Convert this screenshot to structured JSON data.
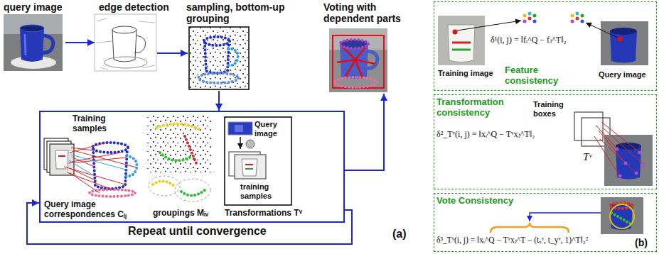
{
  "diagram": {
    "nodes": [
      {
        "text": [
          "query image"
        ]
      },
      {
        "text": [
          "edge detection"
        ]
      },
      {
        "text": [
          "sampling, bottom-up grouping"
        ]
      },
      {
        "text": [
          "Voting with dependent parts"
        ]
      },
      {
        "text": [
          "Repeat until convergence"
        ]
      },
      {
        "text": [
          "Training samples",
          "Query image correspondences Cᵢⱼ"
        ],
        "in": 4
      },
      {
        "text": [
          "groupings Mᵢᵥ"
        ],
        "in": 4
      },
      {
        "text": [
          "Query image",
          "training samples",
          "Transformations Tᵛ"
        ],
        "in": 4
      },
      {
        "text": [
          "Training image",
          "Feature consistency",
          "Query image",
          "δ¹(i, j) = ‖fᵢ^Q − fⱼ^T‖₂"
        ]
      },
      {
        "text": [
          "Transformation consistency",
          "Training boxes",
          "Tᵛ",
          "δ²_Tᵛ(i, j) = ‖xᵢ^Q − Tᵛxⱼ^T‖₂"
        ]
      },
      {
        "text": [
          "Vote Consistency",
          "δ³_Tᵛ(i, j) = ‖xᵢ^Q − Tᵛxⱼ^T − (tₓᵛ, t_yᵛ, 1)^T‖₂²"
        ]
      }
    ],
    "edges": [
      {
        "from": 0,
        "to": 1,
        "arrow": "to"
      },
      {
        "from": 1,
        "to": 2,
        "arrow": "to"
      },
      {
        "from": 2,
        "to": 4,
        "arrow": "to"
      },
      {
        "from": 4,
        "to": 3,
        "arrow": "to"
      },
      {
        "from": 4,
        "to": 4,
        "arrow": "to"
      }
    ],
    "labels": [
      "(a)",
      "(b)"
    ]
  }
}
